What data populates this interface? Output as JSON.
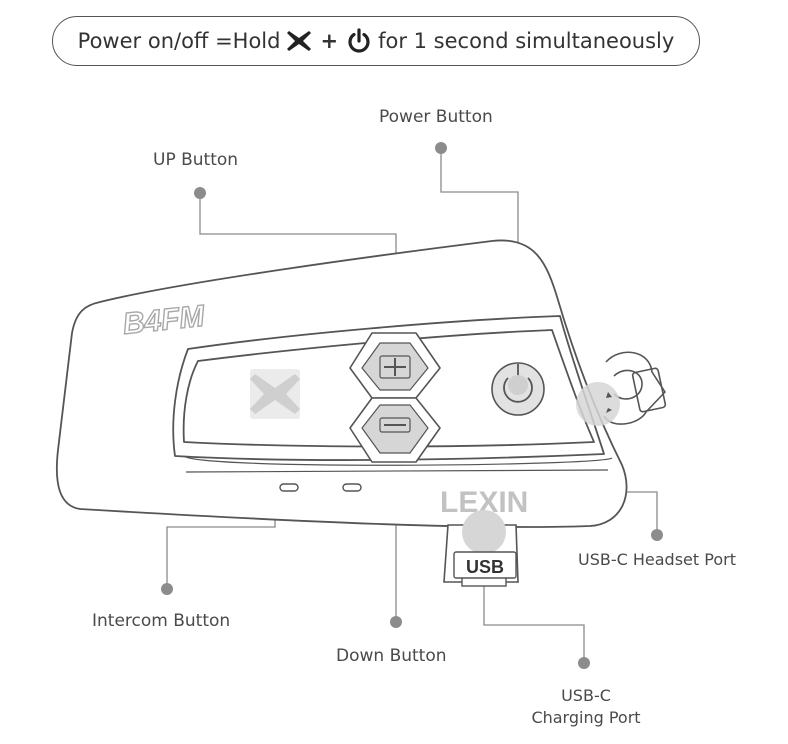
{
  "instruction": {
    "prefix": "Power on/off =Hold",
    "plus": "+",
    "suffix": "for 1 second simultaneously",
    "icon_1": "x-icon",
    "icon_2": "power-icon"
  },
  "device": {
    "model_logo": "B4FM",
    "brand_logo": "LEXIN",
    "usb_tab_text": "USB"
  },
  "callouts": {
    "power_button": "Power Button",
    "up_button": "UP Button",
    "intercom_button": "Intercom Button",
    "down_button": "Down Button",
    "headset_port": "USB-C Headset Port",
    "charging_port_line1": "USB-C",
    "charging_port_line2": "Charging Port"
  },
  "colors": {
    "outline": "#555555",
    "leader_line": "#8a8a8a",
    "dot": "#8c8c8c",
    "button_fill": "#d6d6d6"
  }
}
